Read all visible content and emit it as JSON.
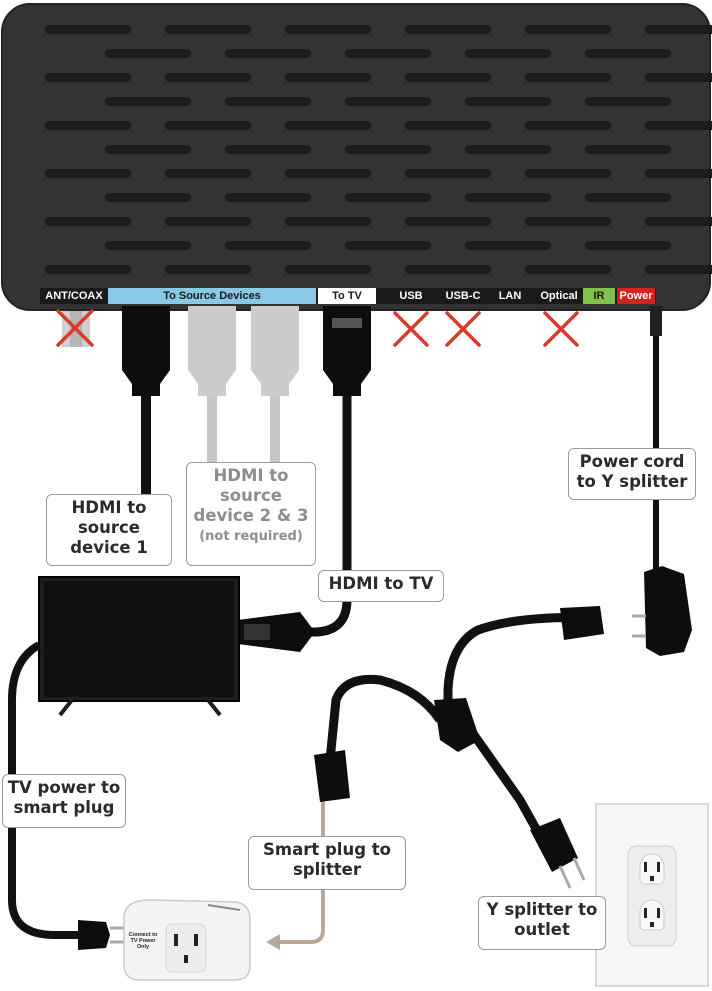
{
  "device": {
    "ports": {
      "ant_coax": "ANT/COAX",
      "to_source_devices": "To Source Devices",
      "to_tv": "To TV",
      "usb": "USB",
      "usb_c": "USB-C",
      "lan": "LAN",
      "optical": "Optical",
      "ir": "IR",
      "power": "Power"
    }
  },
  "callouts": {
    "hdmi_source1": [
      "HDMI to",
      "source",
      "device 1"
    ],
    "hdmi_source23": [
      "HDMI to",
      "source",
      "device 2 & 3"
    ],
    "not_required": "(not required)",
    "hdmi_tv": "HDMI to TV",
    "power_cord": [
      "Power cord",
      "to Y splitter"
    ],
    "tv_power": [
      "TV power to",
      "smart plug"
    ],
    "smart_plug": [
      "Smart plug to",
      "splitter"
    ],
    "y_splitter": [
      "Y splitter to",
      "outlet"
    ]
  },
  "smart_plug_label": "Connect to TV Power Only",
  "colors": {
    "device_body": "#333333",
    "source_port_bar": "#8ac8e6",
    "ir_port": "#7fc24b",
    "power_port": "#d4221c",
    "not_used_mark": "#d93a2b",
    "cable": "#111111",
    "optional_cable": "#c7c7c7"
  }
}
